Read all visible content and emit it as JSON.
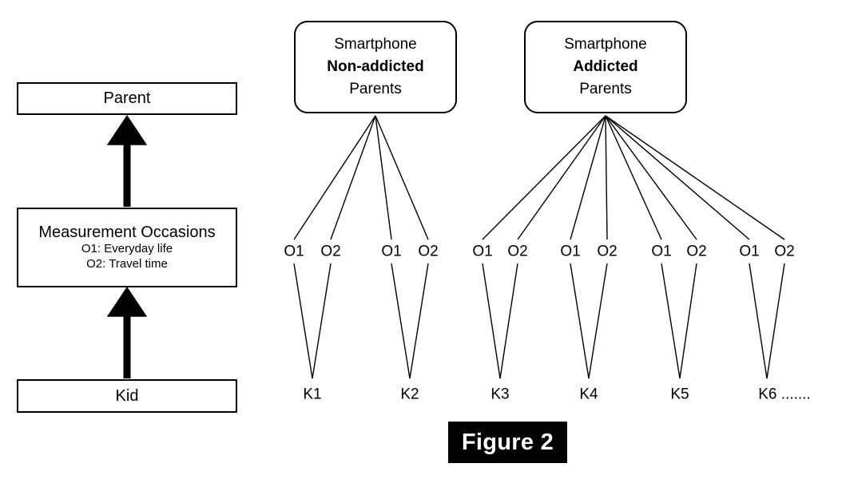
{
  "figure": {
    "caption": "Figure 2",
    "caption_bg": "#000000",
    "caption_fg": "#ffffff"
  },
  "left_panel": {
    "levels": [
      {
        "id": "parent",
        "title": "Parent",
        "sub_lines": []
      },
      {
        "id": "measurement-occasions",
        "title": "Measurement Occasions",
        "sub_lines": [
          "O1: Everyday life",
          "O2: Travel time"
        ]
      },
      {
        "id": "kid",
        "title": "Kid",
        "sub_lines": []
      }
    ],
    "arrows": [
      {
        "id": "kid-to-occasions",
        "from": "kid",
        "to": "measurement-occasions"
      },
      {
        "id": "occasions-to-parent",
        "from": "measurement-occasions",
        "to": "parent"
      }
    ]
  },
  "right_panel": {
    "groups": [
      {
        "id": "non-addicted",
        "line1": "Smartphone",
        "line2": "Non-addicted",
        "line3": "Parents",
        "kids": [
          "K1",
          "K2"
        ]
      },
      {
        "id": "addicted",
        "line1": "Smartphone",
        "line2": "Addicted",
        "line3": "Parents",
        "kids": [
          "K3",
          "K4",
          "K5",
          "K6 ......."
        ]
      }
    ],
    "occasion_labels": [
      "O1",
      "O2"
    ],
    "occasions": [
      "O1",
      "O2",
      "O1",
      "O2",
      "O1",
      "O2",
      "O1",
      "O2",
      "O1",
      "O2",
      "O1",
      "O2"
    ],
    "kids": [
      "K1",
      "K2",
      "K3",
      "K4",
      "K5",
      "K6 ......."
    ]
  },
  "colors": {
    "stroke": "#000000",
    "fill": "#ffffff",
    "caption_bg": "#000000"
  }
}
